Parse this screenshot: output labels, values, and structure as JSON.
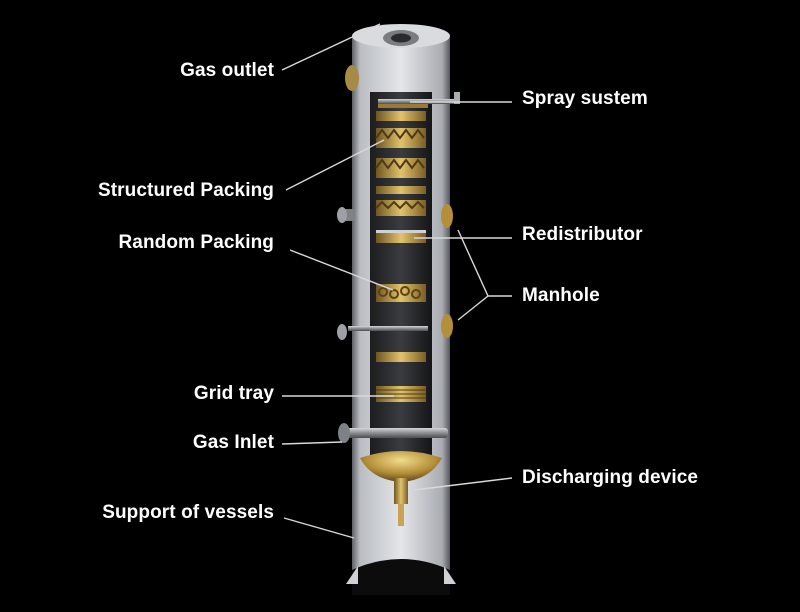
{
  "labels": {
    "gas_outlet": "Gas outlet",
    "spray_system": "Spray sustem",
    "structured_packing": "Structured Packing",
    "random_packing": "Random Packing",
    "redistributor": "Redistributor",
    "manhole": "Manhole",
    "grid_tray": "Grid tray",
    "gas_inlet": "Gas Inlet",
    "discharging_device": "Discharging device",
    "support_of_vessels": "Support of vessels"
  },
  "colors": {
    "background": "#000000",
    "vessel_shell": "#c9ccd0",
    "packing_gold": "#c8a24a",
    "label_text": "#ffffff"
  }
}
